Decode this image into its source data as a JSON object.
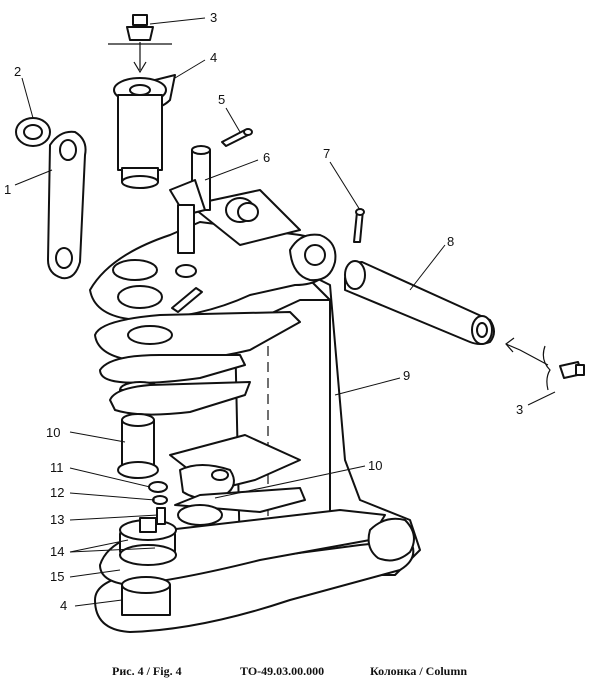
{
  "callouts": [
    {
      "id": "c3a",
      "label": "3"
    },
    {
      "id": "c4a",
      "label": "4"
    },
    {
      "id": "c2",
      "label": "2"
    },
    {
      "id": "c1",
      "label": "1"
    },
    {
      "id": "c5",
      "label": "5"
    },
    {
      "id": "c6",
      "label": "6"
    },
    {
      "id": "c7",
      "label": "7"
    },
    {
      "id": "c8",
      "label": "8"
    },
    {
      "id": "c9",
      "label": "9"
    },
    {
      "id": "c3b",
      "label": "3"
    },
    {
      "id": "c10a",
      "label": "10"
    },
    {
      "id": "c10b",
      "label": "10"
    },
    {
      "id": "c11",
      "label": "11"
    },
    {
      "id": "c12",
      "label": "12"
    },
    {
      "id": "c13",
      "label": "13"
    },
    {
      "id": "c14",
      "label": "14"
    },
    {
      "id": "c15",
      "label": "15"
    },
    {
      "id": "c4b",
      "label": "4"
    }
  ],
  "caption": {
    "fig": "Рис. 4 / Fig. 4",
    "code": "ТО-49.03.00.000",
    "title": "Колонка / Column"
  }
}
